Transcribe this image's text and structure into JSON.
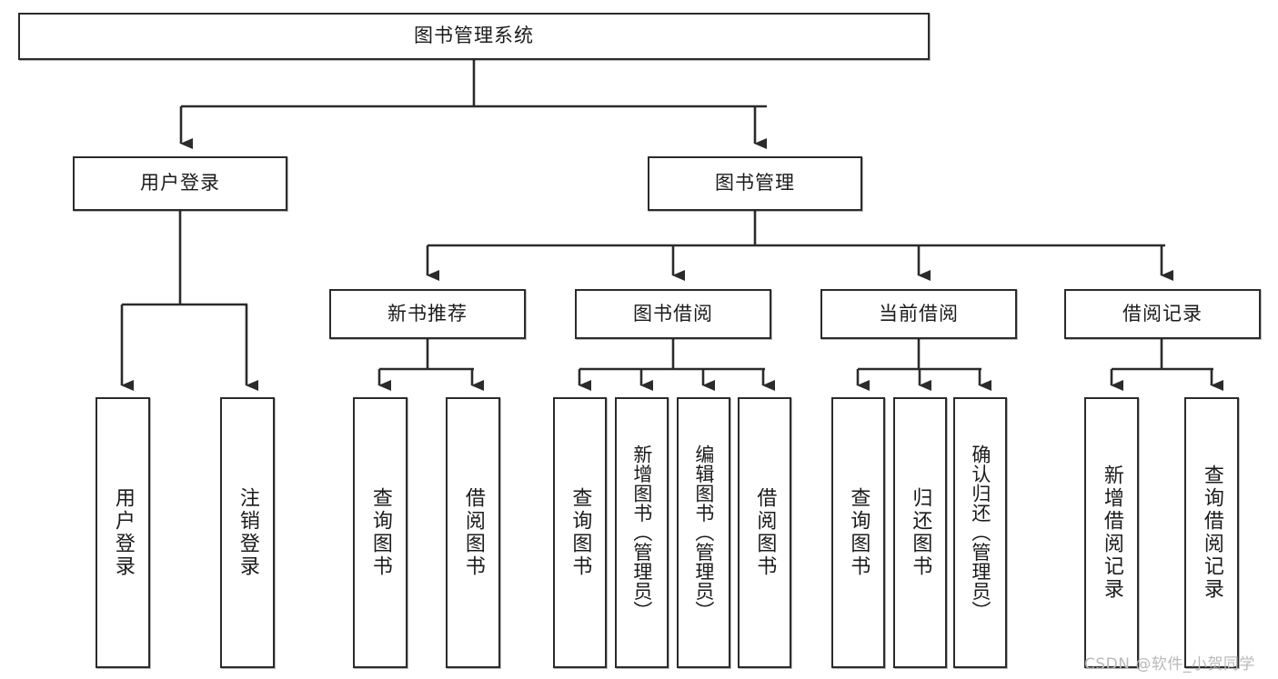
{
  "diagram": {
    "type": "tree",
    "title": "图书管理系统",
    "style": {
      "box_fill": "#ffffff",
      "box_stroke": "#2b2b2b",
      "text_color": "#1b1b1b",
      "connector_color": "#2b2b2b",
      "background": "#ffffff"
    },
    "root": {
      "label": "图书管理系统"
    },
    "level1": [
      {
        "label": "用户登录"
      },
      {
        "label": "图书管理"
      }
    ],
    "level2": [
      {
        "label": "新书推荐"
      },
      {
        "label": "图书借阅"
      },
      {
        "label": "当前借阅"
      },
      {
        "label": "借阅记录"
      }
    ],
    "leaves": {
      "user_login": [
        {
          "label": "用户登录"
        },
        {
          "label": "注销登录"
        }
      ],
      "new_book": [
        {
          "label": "查询图书"
        },
        {
          "label": "借阅图书"
        }
      ],
      "borrow": [
        {
          "label": "查询图书"
        },
        {
          "label": "新增图书（管理员）"
        },
        {
          "label": "编辑图书（管理员）"
        },
        {
          "label": "借阅图书"
        }
      ],
      "current": [
        {
          "label": "查询图书"
        },
        {
          "label": "归还图书"
        },
        {
          "label": "确认归还（管理员）"
        }
      ],
      "records": [
        {
          "label": "新增借阅记录"
        },
        {
          "label": "查询借阅记录"
        }
      ]
    }
  },
  "watermark": {
    "text": "CSDN @软件_小贺同学"
  }
}
